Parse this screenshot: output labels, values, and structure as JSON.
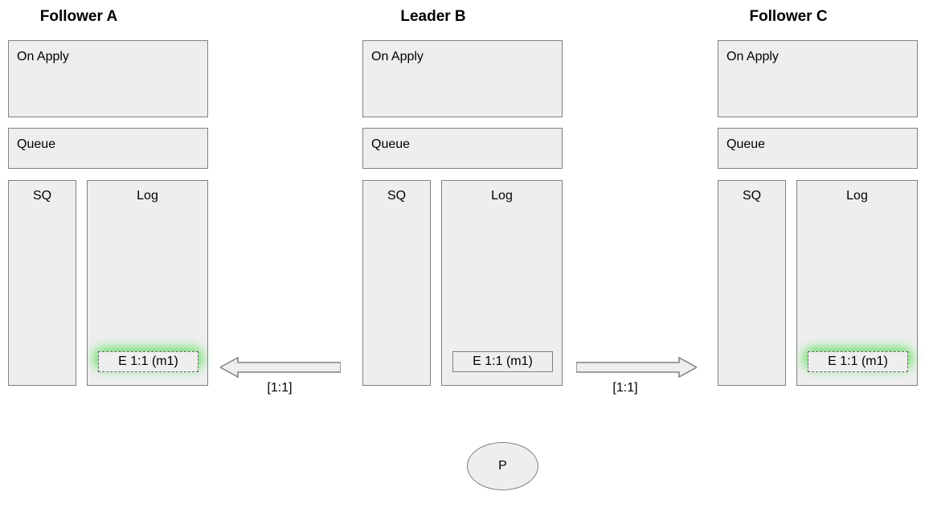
{
  "diagram": {
    "title_bar": null,
    "columns": [
      {
        "id": "follower-a",
        "title": "Follower A",
        "on_apply_label": "On Apply",
        "queue_label": "Queue",
        "sq_label": "SQ",
        "log_label": "Log",
        "log_entries": [
          {
            "text": "E 1:1 (m1)",
            "style": "dashed",
            "highlight": "green-glow"
          }
        ]
      },
      {
        "id": "leader-b",
        "title": "Leader B",
        "on_apply_label": "On Apply",
        "queue_label": "Queue",
        "sq_label": "SQ",
        "log_label": "Log",
        "log_entries": [
          {
            "text": "E 1:1 (m1)",
            "style": "solid",
            "highlight": "none"
          }
        ]
      },
      {
        "id": "follower-c",
        "title": "Follower C",
        "on_apply_label": "On Apply",
        "queue_label": "Queue",
        "sq_label": "SQ",
        "log_label": "Log",
        "log_entries": [
          {
            "text": "E 1:1 (m1)",
            "style": "dashed",
            "highlight": "green-glow"
          }
        ]
      }
    ],
    "arrows": [
      {
        "id": "arrow-leader-to-follower-a",
        "direction": "left",
        "label": "[1:1]"
      },
      {
        "id": "arrow-leader-to-follower-c",
        "direction": "right",
        "label": "[1:1]"
      }
    ],
    "node": {
      "id": "node-p",
      "label": "P"
    },
    "colors": {
      "box_fill": "#eeeeee",
      "box_stroke": "#808080",
      "entry_dashed_stroke": "#666666",
      "highlight_glow": "#58e058",
      "text": "#000000",
      "background": "#ffffff"
    }
  }
}
